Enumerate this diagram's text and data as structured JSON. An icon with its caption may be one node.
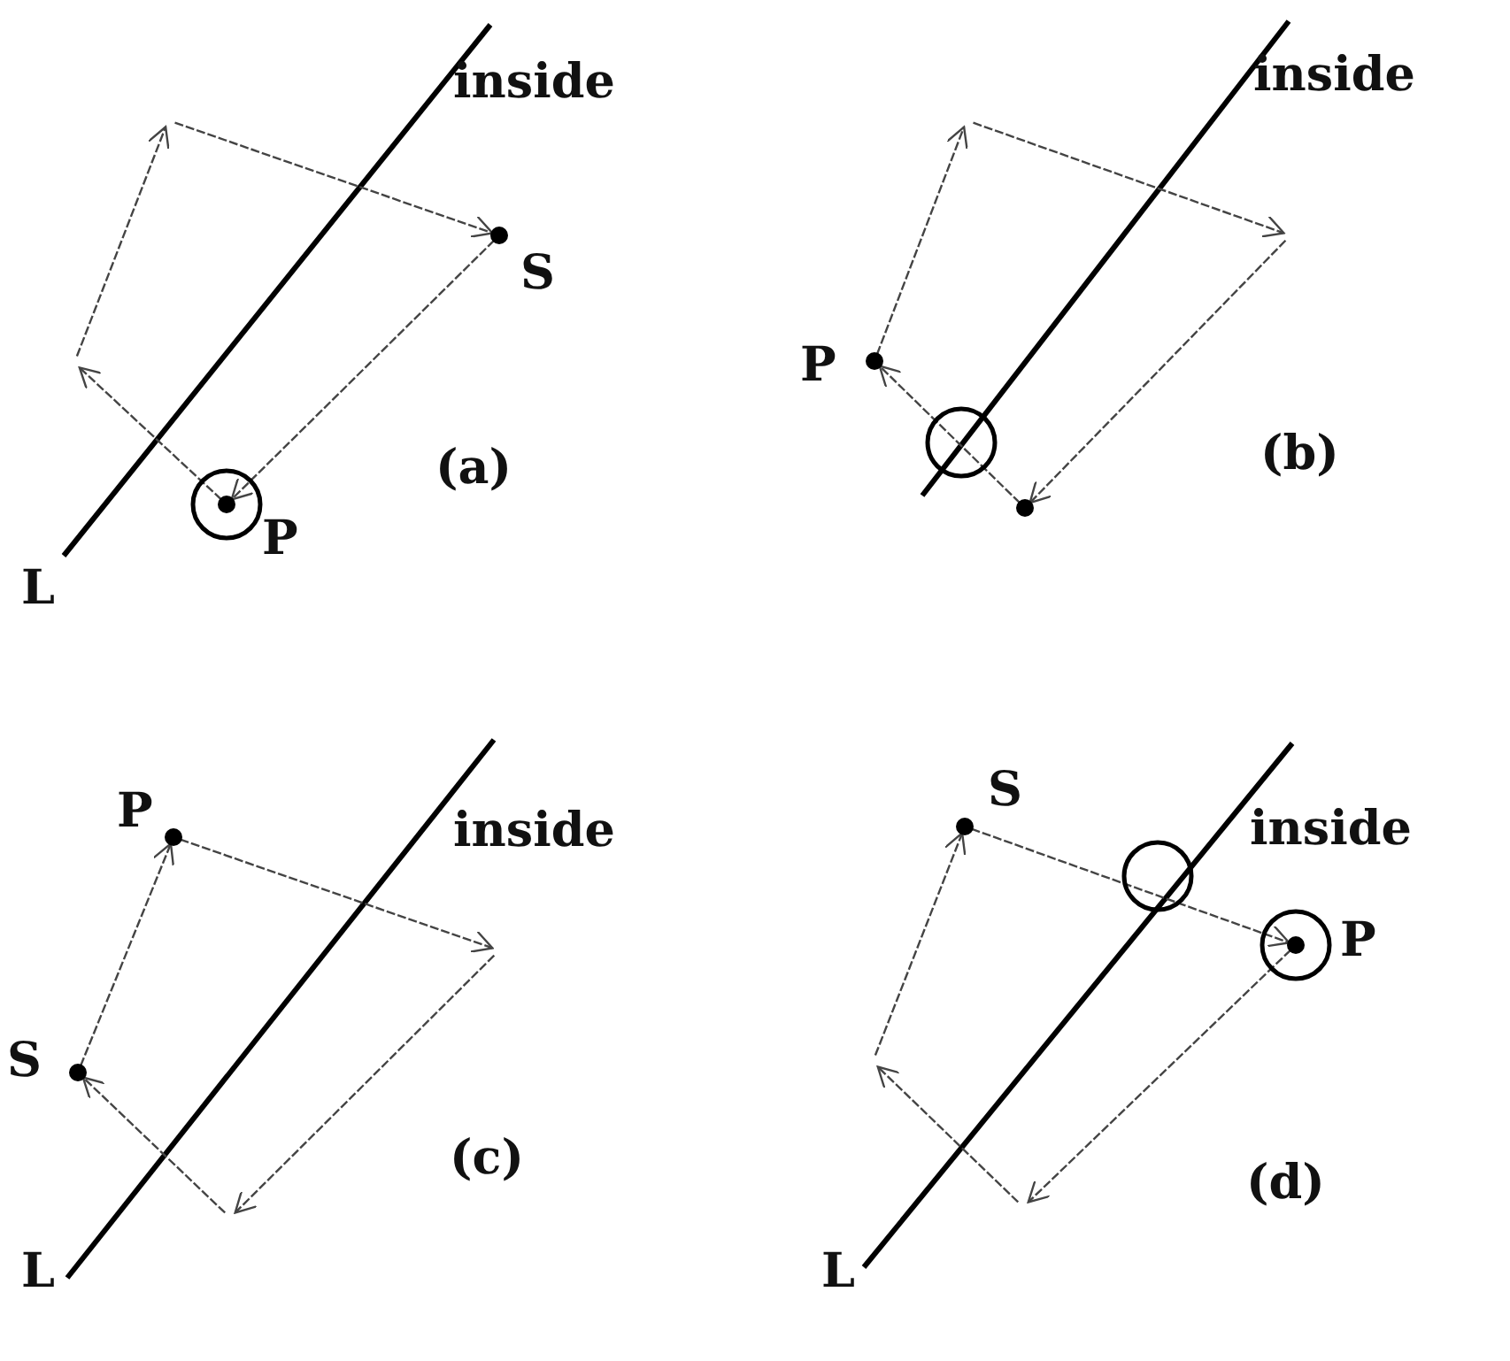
{
  "diagram": {
    "labels": [
      "inside",
      "S",
      "(a)",
      "P",
      "L",
      "inside",
      "P",
      "(b)",
      "P",
      "inside",
      "S",
      "(c)",
      "L",
      "S",
      "inside",
      "P",
      "(d)",
      "L"
    ]
  }
}
